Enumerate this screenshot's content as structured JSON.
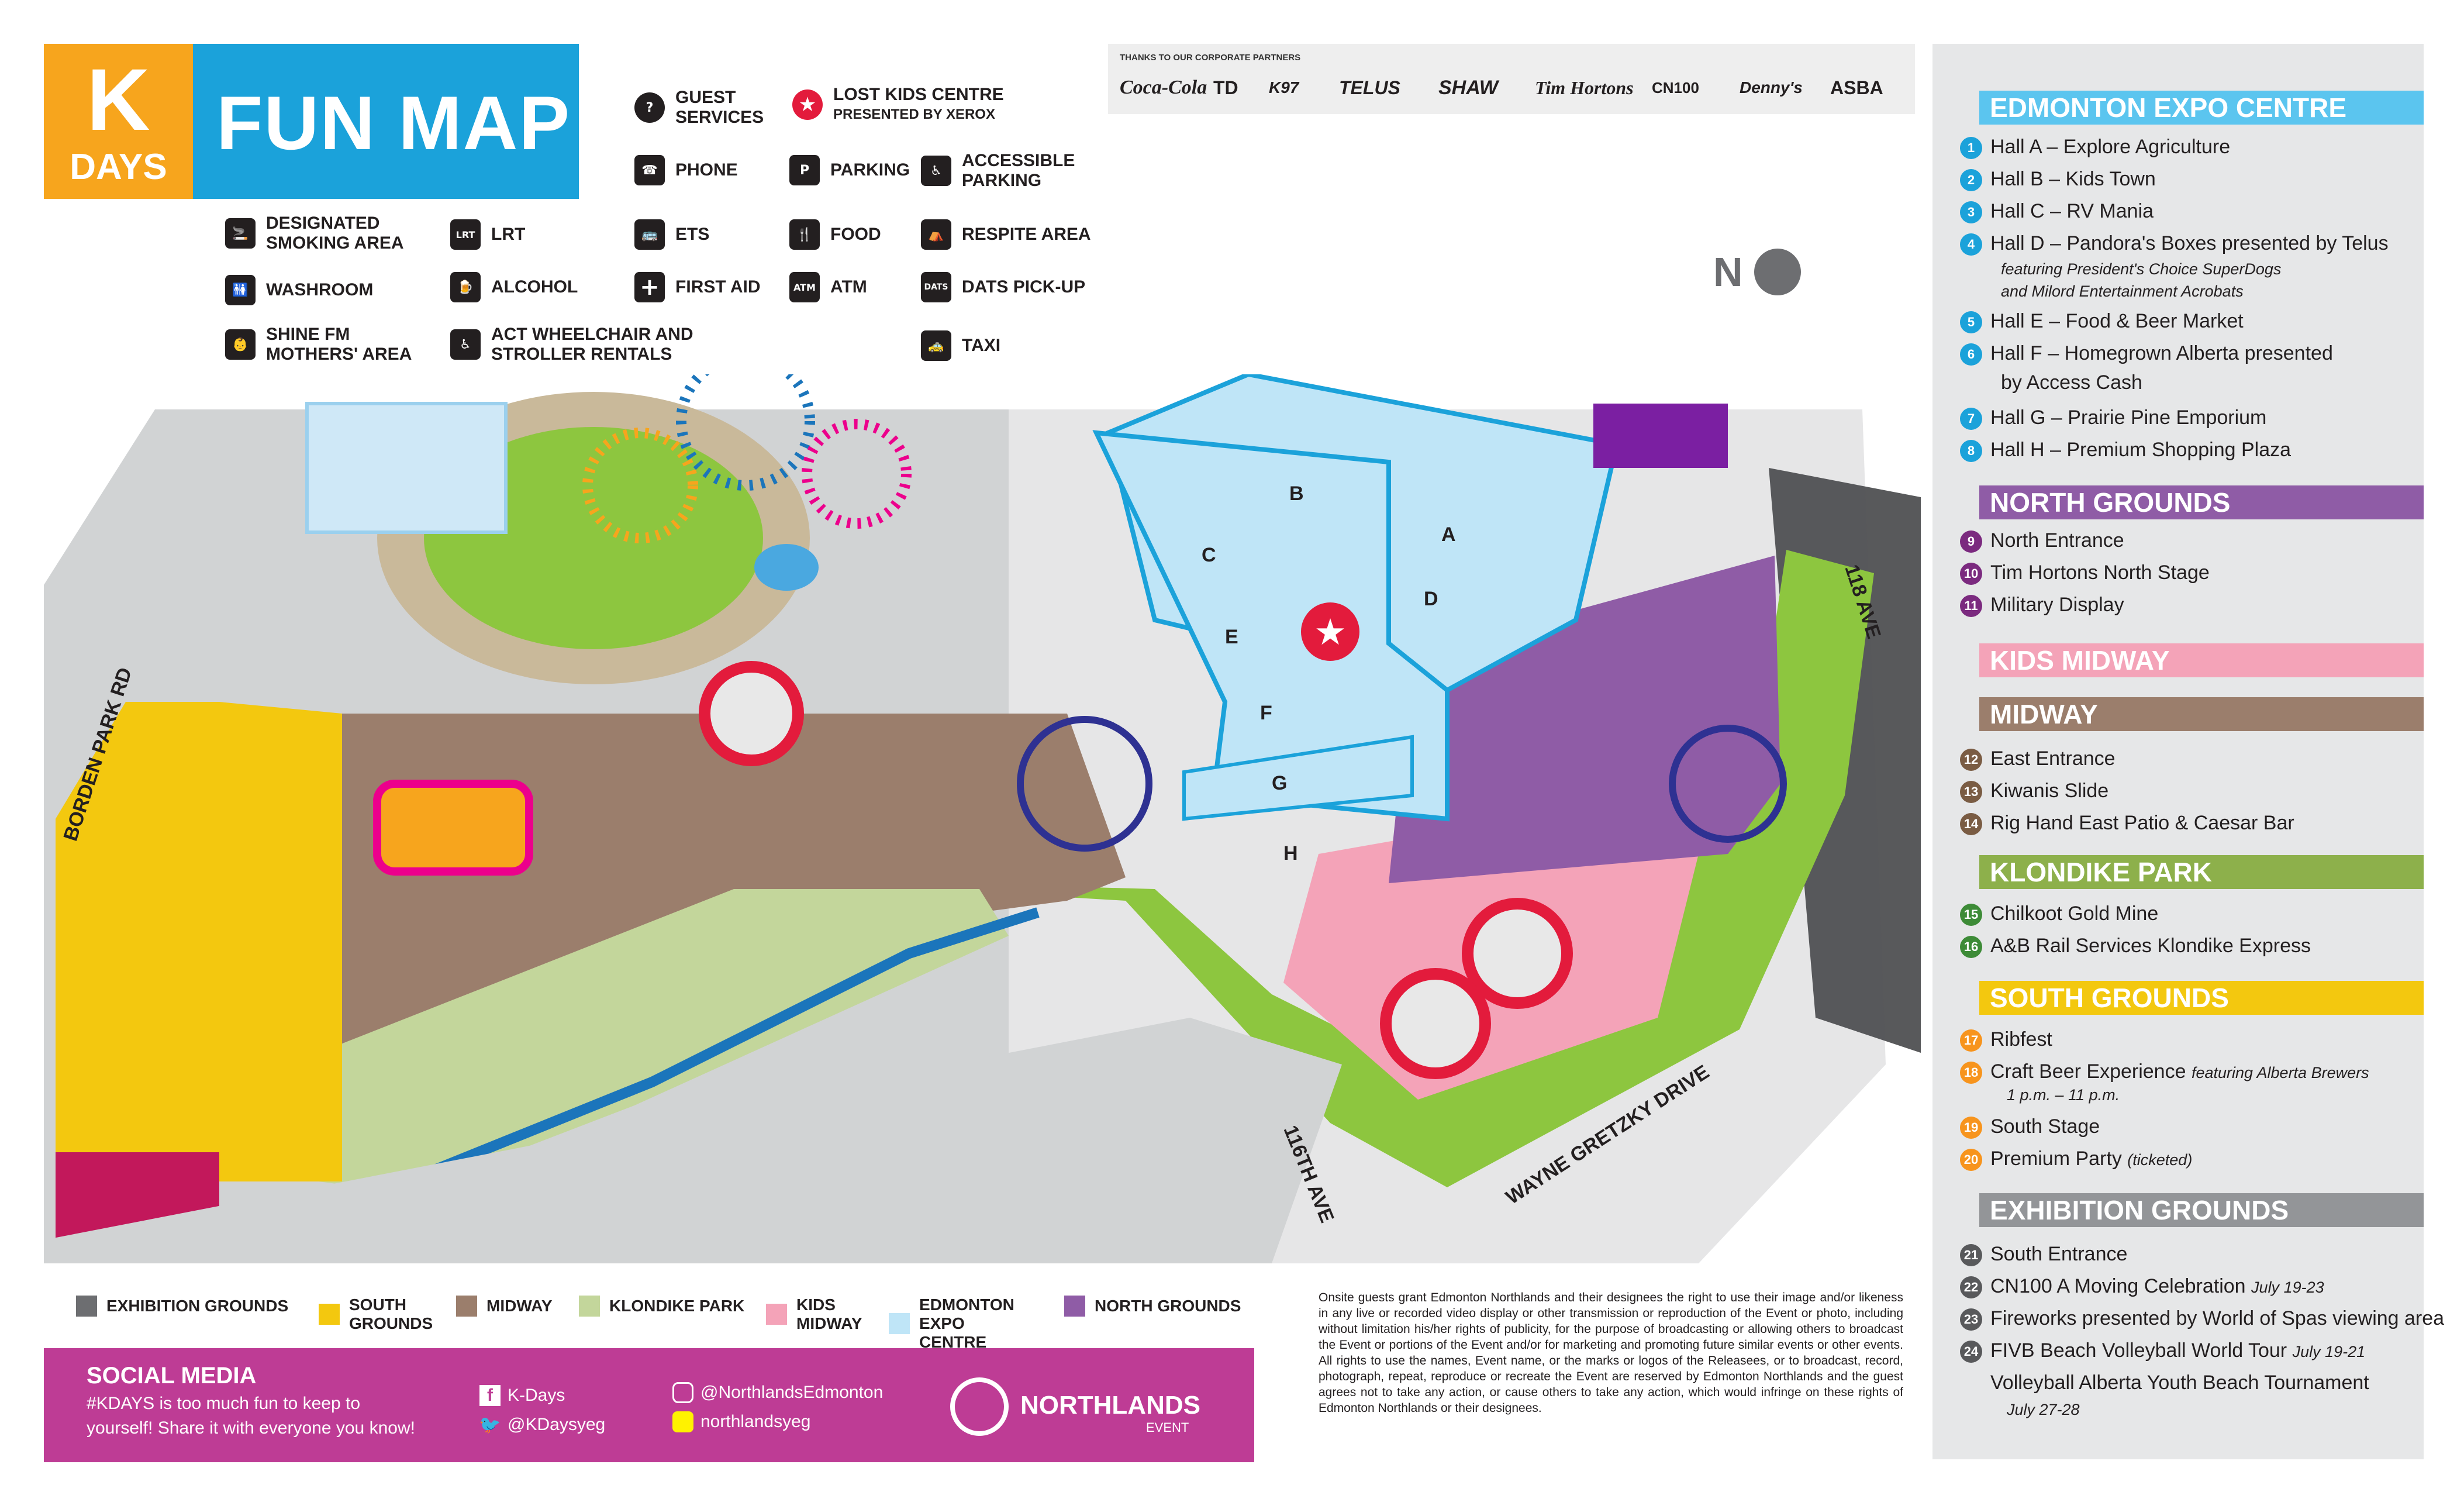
{
  "header": {
    "logo_letter": "K",
    "logo_word": "DAYS",
    "title": "FUN MAP"
  },
  "key": [
    {
      "icon": "guest-services-icon",
      "label": "GUEST SERVICES",
      "glyph": "?"
    },
    {
      "icon": "lost-kids-star-icon",
      "label": "LOST KIDS CENTRE",
      "sub": "PRESENTED BY XEROX",
      "glyph": "★"
    },
    {
      "icon": "phone-icon",
      "label": "PHONE",
      "glyph": "☎"
    },
    {
      "icon": "parking-icon",
      "label": "PARKING",
      "glyph": "P"
    },
    {
      "icon": "accessible-parking-icon",
      "label": "ACCESSIBLE PARKING",
      "glyph": "♿"
    },
    {
      "icon": "smoking-icon",
      "label": "DESIGNATED SMOKING AREA",
      "glyph": "🚬"
    },
    {
      "icon": "lrt-icon",
      "label": "LRT",
      "glyph": "LRT"
    },
    {
      "icon": "ets-bus-icon",
      "label": "ETS",
      "glyph": "🚌"
    },
    {
      "icon": "food-icon",
      "label": "FOOD",
      "glyph": "🍴"
    },
    {
      "icon": "respite-icon",
      "label": "RESPITE AREA",
      "glyph": "⛺"
    },
    {
      "icon": "washroom-icon",
      "label": "WASHROOM",
      "glyph": "🚻"
    },
    {
      "icon": "alcohol-icon",
      "label": "ALCOHOL",
      "glyph": "🍺"
    },
    {
      "icon": "first-aid-icon",
      "label": "FIRST AID",
      "glyph": "+"
    },
    {
      "icon": "atm-icon",
      "label": "ATM",
      "glyph": "ATM"
    },
    {
      "icon": "dats-icon",
      "label": "DATS PICK-UP",
      "glyph": "DATS"
    },
    {
      "icon": "mothers-area-icon",
      "label": "SHINE FM MOTHERS' AREA",
      "glyph": "👶"
    },
    {
      "icon": "wheelchair-rental-icon",
      "label": "ACT WHEELCHAIR AND STROLLER RENTALS",
      "glyph": "♿"
    },
    {
      "icon": "taxi-icon",
      "label": "TAXI",
      "glyph": "🚕"
    }
  ],
  "partners": {
    "heading": "THANKS TO OUR CORPORATE PARTNERS",
    "logos": [
      "Coca-Cola",
      "TD",
      "K97",
      "TELUS",
      "SHAW",
      "Tim Hortons",
      "CN100",
      "Denny's",
      "ASBA"
    ]
  },
  "map_labels": {
    "halls": [
      "A",
      "B",
      "C",
      "D",
      "E",
      "F",
      "G",
      "H"
    ],
    "roads": [
      "BORDEN PARK RD",
      "118 AVE",
      "116TH AVE",
      "WAYNE GRETZKY DRIVE"
    ],
    "north": "N"
  },
  "legend": [
    {
      "title": "EDMONTON EXPO CENTRE",
      "color": "#5bc5ef",
      "items": [
        {
          "n": "1",
          "text": "Hall A – Explore Agriculture"
        },
        {
          "n": "2",
          "text": "Hall B – Kids Town"
        },
        {
          "n": "3",
          "text": "Hall C – RV Mania"
        },
        {
          "n": "4",
          "text": "Hall D – Pandora's Boxes presented by Telus",
          "sub": "featuring President's Choice SuperDogs",
          "sub2": "and Milord Entertainment Acrobats"
        },
        {
          "n": "5",
          "text": "Hall E – Food & Beer Market"
        },
        {
          "n": "6",
          "text": "Hall F – Homegrown Alberta presented",
          "sub_plain": "by Access Cash"
        },
        {
          "n": "7",
          "text": "Hall G – Prairie Pine Emporium"
        },
        {
          "n": "8",
          "text": "Hall H – Premium Shopping Plaza"
        }
      ]
    },
    {
      "title": "NORTH GROUNDS",
      "color": "#8f5ca6",
      "items": [
        {
          "n": "9",
          "text": "North Entrance"
        },
        {
          "n": "10",
          "text": "Tim Hortons North Stage"
        },
        {
          "n": "11",
          "text": "Military Display"
        }
      ]
    },
    {
      "title": "KIDS MIDWAY",
      "color": "#f4a3b8",
      "items": []
    },
    {
      "title": "MIDWAY",
      "color": "#9b7e6c",
      "items": [
        {
          "n": "12",
          "text": "East Entrance"
        },
        {
          "n": "13",
          "text": "Kiwanis Slide"
        },
        {
          "n": "14",
          "text": "Rig Hand East Patio & Caesar Bar"
        }
      ]
    },
    {
      "title": "KLONDIKE PARK",
      "color": "#8db04b",
      "items": [
        {
          "n": "15",
          "text": "Chilkoot Gold Mine"
        },
        {
          "n": "16",
          "text": "A&B Rail Services Klondike Express"
        }
      ]
    },
    {
      "title": "SOUTH GROUNDS",
      "color": "#f3c80f",
      "items": [
        {
          "n": "17",
          "text": "Ribfest"
        },
        {
          "n": "18",
          "text": "Craft Beer Experience",
          "inline_italic": "featuring Alberta Brewers",
          "sub": "1 p.m. – 11 p.m."
        },
        {
          "n": "19",
          "text": "South Stage"
        },
        {
          "n": "20",
          "text": "Premium Party",
          "inline_italic": "(ticketed)"
        }
      ]
    },
    {
      "title": "EXHIBITION GROUNDS",
      "color": "#939598",
      "items": [
        {
          "n": "21",
          "text": "South Entrance"
        },
        {
          "n": "22",
          "text": "CN100 A Moving Celebration",
          "inline_italic": "July 19-23"
        },
        {
          "n": "23",
          "text": "Fireworks presented by World of Spas viewing area"
        },
        {
          "n": "24",
          "text": "FIVB Beach Volleyball World Tour",
          "inline_italic": "July 19-21"
        },
        {
          "n": "",
          "text": "Volleyball Alberta Youth Beach Tournament",
          "sub": "July 27-28"
        }
      ]
    }
  ],
  "area_legend": [
    {
      "label": "EXHIBITION GROUNDS",
      "color": "#6d6e71"
    },
    {
      "label": "SOUTH GROUNDS",
      "color": "#f3c80f"
    },
    {
      "label": "MIDWAY",
      "color": "#9b7e6c"
    },
    {
      "label": "KLONDIKE PARK",
      "color": "#c3d69b"
    },
    {
      "label": "KIDS MIDWAY",
      "color": "#f4a3b8"
    },
    {
      "label": "EDMONTON EXPO CENTRE",
      "color": "#bfe5f7"
    },
    {
      "label": "NORTH GROUNDS",
      "color": "#8f5ca6"
    }
  ],
  "social": {
    "title": "SOCIAL MEDIA",
    "blurb1": "#KDAYS is too much fun to keep to",
    "blurb2": "yourself! Share it with everyone you know!",
    "facebook": "K-Days",
    "twitter": "@KDaysyeg",
    "instagram": "@NorthlandsEdmonton",
    "snapchat": "northlandsyeg",
    "brand": "NORTHLANDS",
    "brand_sub": "EVENT"
  },
  "legal": "Onsite guests grant Edmonton Northlands and their designees the right to use their image and/or likeness in any live or recorded video display or other transmission or reproduction of the Event or photo, including without limitation his/her rights of publicity, for the purpose of broadcasting or allowing others to broadcast the Event or portions of the Event and/or for marketing and promoting future similar events or other events. All rights to use the names, Event name, or the marks or logos of the Releasees, or to broadcast, record, photograph, repeat, reproduce or recreate the Event are reserved by Edmonton Northlands and the guest agrees not to take any action, or cause others to take any action, which would infringe on these rights of Edmonton Northlands or their designees."
}
